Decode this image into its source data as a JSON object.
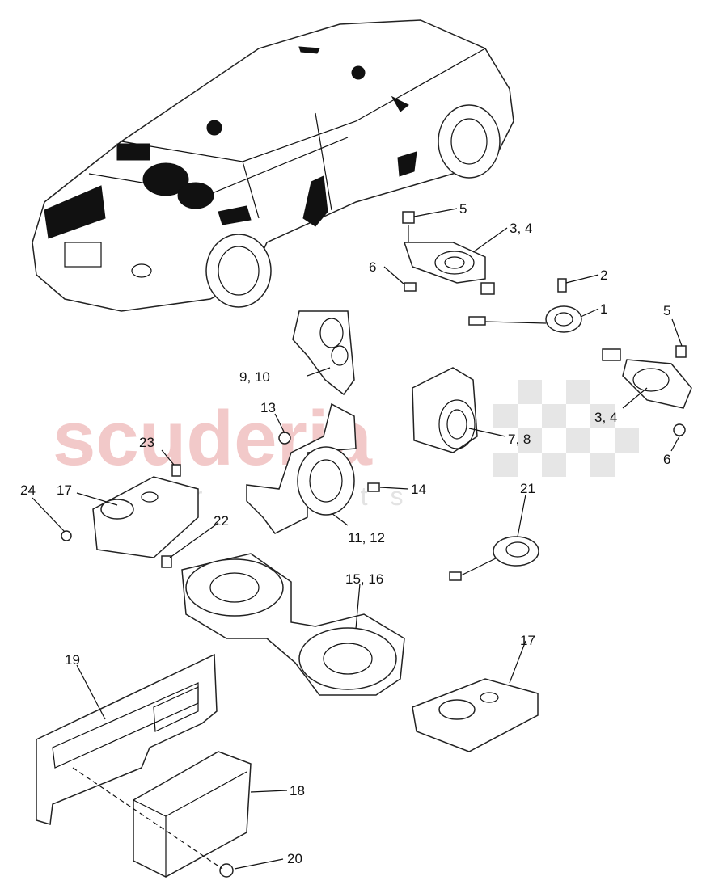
{
  "watermark": {
    "brand": "scuderia",
    "sub": "car parts"
  },
  "callouts": [
    {
      "id": "c5a",
      "text": "5"
    },
    {
      "id": "c34a",
      "text": "3, 4"
    },
    {
      "id": "c6a",
      "text": "6"
    },
    {
      "id": "c2",
      "text": "2"
    },
    {
      "id": "c1",
      "text": "1"
    },
    {
      "id": "c5b",
      "text": "5"
    },
    {
      "id": "c910",
      "text": "9, 10"
    },
    {
      "id": "c13",
      "text": "13"
    },
    {
      "id": "c34b",
      "text": "3, 4"
    },
    {
      "id": "c78",
      "text": "7, 8"
    },
    {
      "id": "c6b",
      "text": "6"
    },
    {
      "id": "c23",
      "text": "23"
    },
    {
      "id": "c24",
      "text": "24"
    },
    {
      "id": "c17a",
      "text": "17"
    },
    {
      "id": "c14",
      "text": "14"
    },
    {
      "id": "c21",
      "text": "21"
    },
    {
      "id": "c22",
      "text": "22"
    },
    {
      "id": "c1112",
      "text": "11, 12"
    },
    {
      "id": "c1516",
      "text": "15, 16"
    },
    {
      "id": "c17b",
      "text": "17"
    },
    {
      "id": "c19",
      "text": "19"
    },
    {
      "id": "c18",
      "text": "18"
    },
    {
      "id": "c20",
      "text": "20"
    }
  ]
}
